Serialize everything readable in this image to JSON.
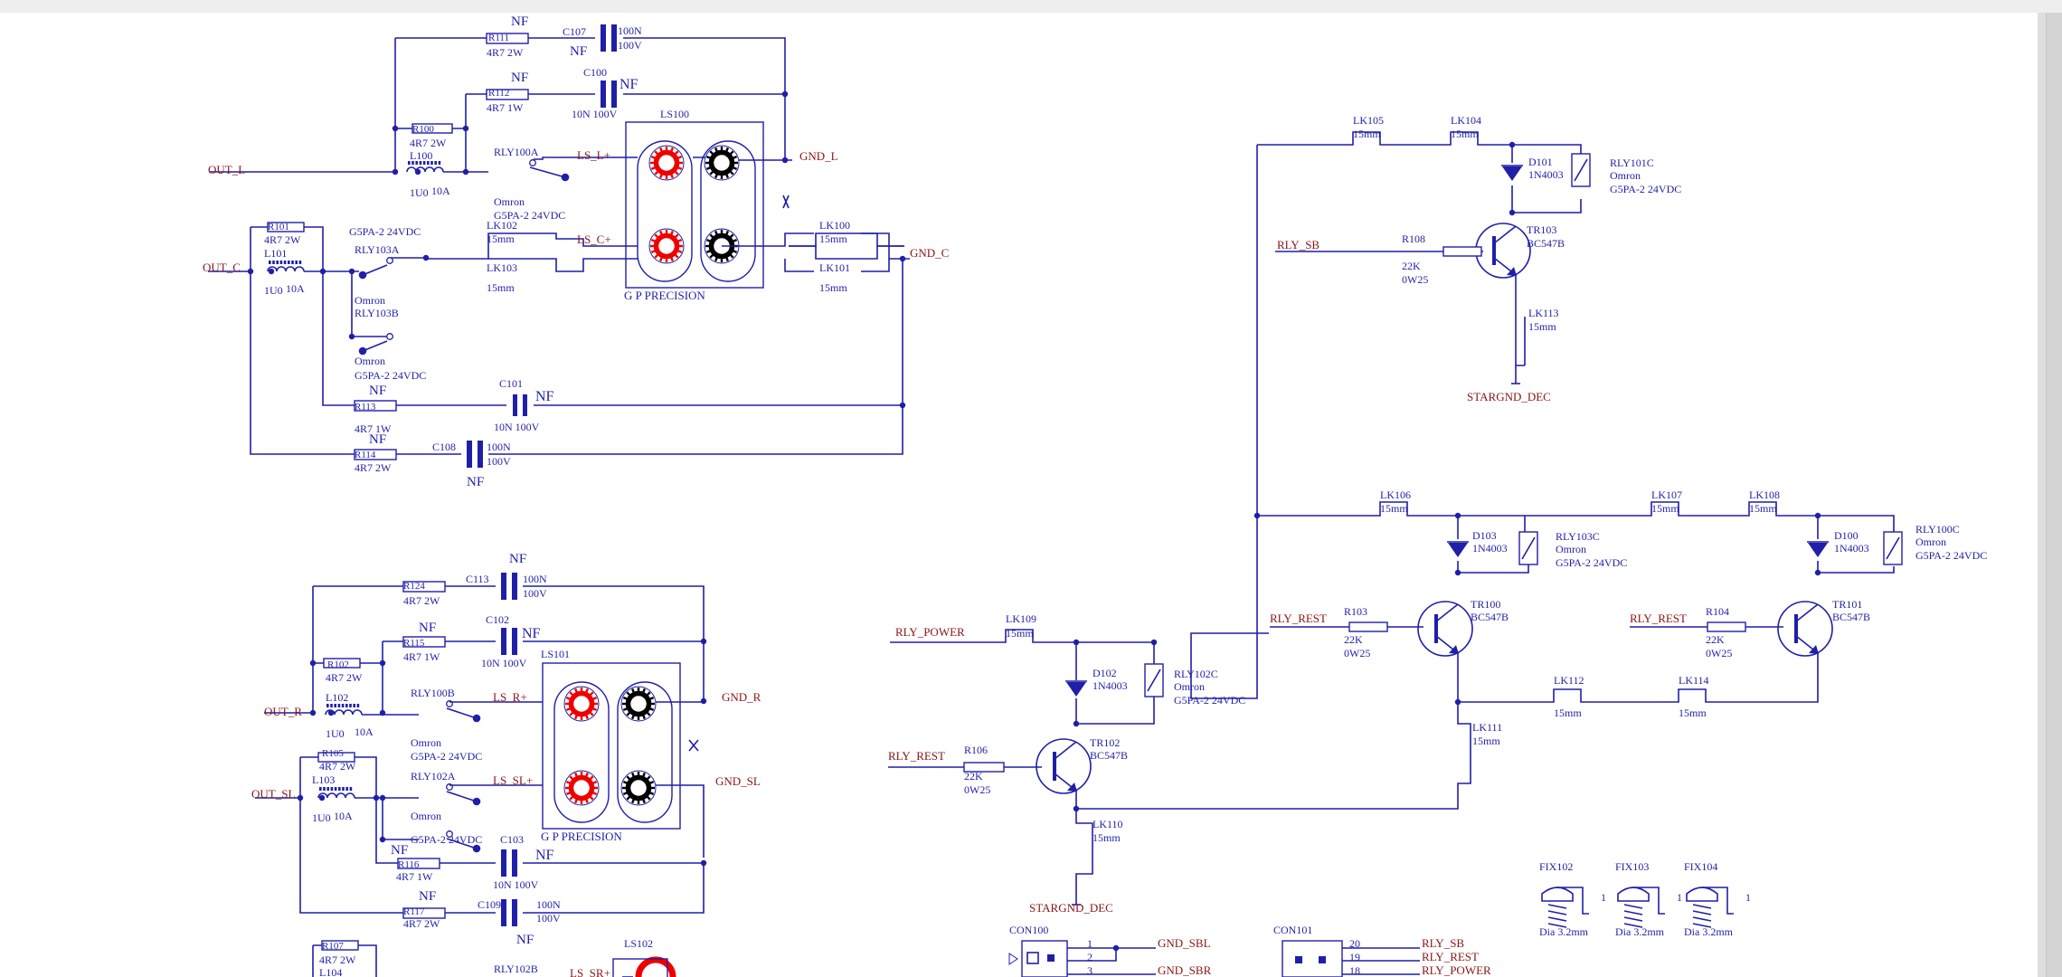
{
  "colors": {
    "wire": "#1f1fa8",
    "text": "#1f1fa8",
    "net": "#8b1414",
    "red": "#ee0000",
    "black": "#000000"
  },
  "labels": [
    [
      "NF",
      565,
      28,
      15,
      "text"
    ],
    [
      "R111",
      540,
      45,
      11,
      "text"
    ],
    [
      "4R7 2W",
      538,
      62,
      12,
      "text"
    ],
    [
      "C107",
      622,
      39,
      12,
      "text"
    ],
    [
      "100N",
      683,
      38,
      12,
      "text"
    ],
    [
      "100V",
      683,
      54,
      12,
      "text"
    ],
    [
      "NF",
      630,
      61,
      15,
      "text"
    ],
    [
      "NF",
      565,
      90,
      15,
      "text"
    ],
    [
      "R112",
      540,
      106,
      11,
      "text"
    ],
    [
      "4R7 1W",
      538,
      123,
      12,
      "text"
    ],
    [
      "C100",
      645,
      84,
      12,
      "text"
    ],
    [
      "NF",
      685,
      98,
      16,
      "text"
    ],
    [
      "10N  100V",
      632,
      130,
      12,
      "text"
    ],
    [
      "LS100",
      730,
      130,
      12,
      "text"
    ],
    [
      "R100",
      456,
      146,
      11,
      "text"
    ],
    [
      "4R7   2W",
      453,
      162,
      12,
      "text"
    ],
    [
      "L100",
      453,
      176,
      12,
      "text"
    ],
    [
      "OUT_L",
      230,
      192,
      13,
      "net"
    ],
    [
      "RLY100A",
      546,
      172,
      12,
      "text"
    ],
    [
      "LS_L+",
      638,
      176,
      13,
      "net"
    ],
    [
      "GND_L",
      884,
      177,
      13,
      "net"
    ],
    [
      "1U0",
      453,
      217,
      12,
      "text"
    ],
    [
      "10A",
      477,
      215,
      12,
      "text"
    ],
    [
      "Omron",
      546,
      227,
      12,
      "text"
    ],
    [
      "G5PA-2 24VDC",
      546,
      242,
      12,
      "text"
    ],
    [
      "R101",
      296,
      254,
      11,
      "text"
    ],
    [
      "4R7   2W",
      292,
      269,
      12,
      "text"
    ],
    [
      "L101",
      292,
      284,
      12,
      "text"
    ],
    [
      "OUT_C",
      224,
      300,
      13,
      "net"
    ],
    [
      "G5PA-2 24VDC",
      386,
      260,
      12,
      "text"
    ],
    [
      "RLY103A",
      392,
      280,
      12,
      "text"
    ],
    [
      "LK102",
      538,
      253,
      12,
      "text"
    ],
    [
      "15mm",
      538,
      268,
      12,
      "text"
    ],
    [
      "LS_C+",
      638,
      269,
      13,
      "net"
    ],
    [
      "LK100",
      906,
      253,
      12,
      "text"
    ],
    [
      "15mm",
      906,
      268,
      12,
      "text"
    ],
    [
      "GND_C",
      1006,
      284,
      13,
      "net"
    ],
    [
      "LK103",
      538,
      300,
      12,
      "text"
    ],
    [
      "LK101",
      906,
      300,
      12,
      "text"
    ],
    [
      "1U0",
      292,
      325,
      12,
      "text"
    ],
    [
      "10A",
      316,
      323,
      12,
      "text"
    ],
    [
      "15mm",
      538,
      322,
      12,
      "text"
    ],
    [
      "15mm",
      906,
      322,
      12,
      "text"
    ],
    [
      "G P PRECISION",
      690,
      331,
      13,
      "text"
    ],
    [
      "Omron",
      392,
      336,
      12,
      "text"
    ],
    [
      "RLY103B",
      392,
      350,
      12,
      "text"
    ],
    [
      "Omron",
      392,
      403,
      12,
      "text"
    ],
    [
      "G5PA-2 24VDC",
      392,
      419,
      12,
      "text"
    ],
    [
      "NF",
      408,
      436,
      15,
      "text"
    ],
    [
      "R113",
      392,
      453,
      11,
      "text"
    ],
    [
      "4R7 1W",
      392,
      478,
      12,
      "text"
    ],
    [
      "C101",
      552,
      428,
      12,
      "text"
    ],
    [
      "NF",
      592,
      443,
      16,
      "text"
    ],
    [
      "10N  100V",
      546,
      476,
      12,
      "text"
    ],
    [
      "NF",
      408,
      490,
      15,
      "text"
    ],
    [
      "R114",
      392,
      506,
      11,
      "text"
    ],
    [
      "4R7 2W",
      392,
      521,
      12,
      "text"
    ],
    [
      "C108",
      478,
      498,
      12,
      "text"
    ],
    [
      "100N",
      538,
      498,
      12,
      "text"
    ],
    [
      "100V",
      538,
      514,
      12,
      "text"
    ],
    [
      "NF",
      516,
      537,
      15,
      "text"
    ],
    [
      "NF",
      563,
      622,
      15,
      "text"
    ],
    [
      "R124",
      446,
      651,
      11,
      "text"
    ],
    [
      "4R7 2W",
      446,
      668,
      12,
      "text"
    ],
    [
      "C113",
      515,
      644,
      12,
      "text"
    ],
    [
      "100N",
      578,
      644,
      12,
      "text"
    ],
    [
      "100V",
      578,
      660,
      12,
      "text"
    ],
    [
      "NF",
      463,
      698,
      15,
      "text"
    ],
    [
      "R115",
      446,
      714,
      11,
      "text"
    ],
    [
      "4R7 1W",
      446,
      730,
      12,
      "text"
    ],
    [
      "C102",
      537,
      689,
      12,
      "text"
    ],
    [
      "NF",
      577,
      705,
      16,
      "text"
    ],
    [
      "10N  100V",
      532,
      737,
      12,
      "text"
    ],
    [
      "LS101",
      598,
      727,
      12,
      "text"
    ],
    [
      "R102",
      362,
      738,
      11,
      "text"
    ],
    [
      "4R7   2W",
      360,
      753,
      12,
      "text"
    ],
    [
      "RLY100B",
      454,
      770,
      12,
      "text"
    ],
    [
      "L102",
      360,
      775,
      12,
      "text"
    ],
    [
      "LS_R+",
      545,
      775,
      13,
      "net"
    ],
    [
      "GND_R",
      798,
      775,
      13,
      "net"
    ],
    [
      "OUT_R",
      292,
      791,
      13,
      "net"
    ],
    [
      "1U0",
      360,
      815,
      12,
      "text"
    ],
    [
      "10A",
      392,
      813,
      12,
      "text"
    ],
    [
      "Omron",
      454,
      825,
      12,
      "text"
    ],
    [
      "G5PA-2 24VDC",
      454,
      840,
      12,
      "text"
    ],
    [
      "R105",
      356,
      836,
      11,
      "text"
    ],
    [
      "4R7   2W",
      353,
      851,
      12,
      "text"
    ],
    [
      "RLY102A",
      454,
      862,
      12,
      "text"
    ],
    [
      "L103",
      345,
      866,
      12,
      "text"
    ],
    [
      "OUT_SL",
      278,
      882,
      13,
      "net"
    ],
    [
      "LS_SL+",
      545,
      867,
      13,
      "net"
    ],
    [
      "GND_SL",
      791,
      868,
      13,
      "net"
    ],
    [
      "1U0",
      345,
      908,
      12,
      "text"
    ],
    [
      "10A",
      369,
      906,
      12,
      "text"
    ],
    [
      "Omron",
      454,
      906,
      12,
      "text"
    ],
    [
      "G P PRECISION",
      598,
      929,
      13,
      "text"
    ],
    [
      "G5PA-2 24VDC",
      454,
      932,
      12,
      "text"
    ],
    [
      "C103",
      553,
      932,
      12,
      "text"
    ],
    [
      "NF",
      432,
      944,
      15,
      "text"
    ],
    [
      "R116",
      440,
      959,
      11,
      "text"
    ],
    [
      "4R7  1W",
      438,
      973,
      12,
      "text"
    ],
    [
      "NF",
      592,
      950,
      16,
      "text"
    ],
    [
      "10N  100V",
      545,
      982,
      12,
      "text"
    ],
    [
      "NF",
      463,
      995,
      15,
      "text"
    ],
    [
      "R117",
      446,
      1011,
      11,
      "text"
    ],
    [
      "4R7 2W",
      446,
      1025,
      12,
      "text"
    ],
    [
      "C109",
      528,
      1004,
      12,
      "text"
    ],
    [
      "100N",
      593,
      1004,
      12,
      "text"
    ],
    [
      "100V",
      593,
      1019,
      12,
      "text"
    ],
    [
      "NF",
      571,
      1043,
      15,
      "text"
    ],
    [
      "R107",
      356,
      1049,
      11,
      "text"
    ],
    [
      "4R7   2W",
      353,
      1065,
      12,
      "text"
    ],
    [
      "L104",
      353,
      1079,
      12,
      "text"
    ],
    [
      "RLY102B",
      546,
      1075,
      12,
      "text"
    ],
    [
      "LS102",
      690,
      1047,
      12,
      "text"
    ],
    [
      "LS_SR+",
      630,
      1080,
      13,
      "net"
    ],
    [
      "LK105",
      1496,
      137,
      12,
      "text"
    ],
    [
      "15mm",
      1496,
      152,
      12,
      "text"
    ],
    [
      "LK104",
      1604,
      137,
      12,
      "text"
    ],
    [
      "15mm",
      1604,
      152,
      12,
      "text"
    ],
    [
      "D101",
      1690,
      183,
      12,
      "text"
    ],
    [
      "1N4003",
      1690,
      197,
      12,
      "text"
    ],
    [
      "RLY101C",
      1780,
      184,
      12,
      "text"
    ],
    [
      "Omron",
      1780,
      198,
      12,
      "text"
    ],
    [
      "G5PA-2 24VDC",
      1780,
      213,
      12,
      "text"
    ],
    [
      "TR103",
      1688,
      258,
      12,
      "text"
    ],
    [
      "BC547B",
      1688,
      273,
      12,
      "text"
    ],
    [
      "R108",
      1550,
      268,
      12,
      "text"
    ],
    [
      "RLY_SB",
      1412,
      275,
      13,
      "net"
    ],
    [
      "22K",
      1550,
      298,
      12,
      "text"
    ],
    [
      "0W25",
      1550,
      313,
      12,
      "text"
    ],
    [
      "LK113",
      1690,
      350,
      12,
      "text"
    ],
    [
      "15mm",
      1690,
      365,
      12,
      "text"
    ],
    [
      "STARGND_DEC",
      1622,
      443,
      13,
      "net"
    ],
    [
      "LK106",
      1526,
      551,
      12,
      "text"
    ],
    [
      "15mm",
      1526,
      566,
      12,
      "text"
    ],
    [
      "LK107",
      1826,
      551,
      12,
      "text"
    ],
    [
      "15mm",
      1826,
      566,
      12,
      "text"
    ],
    [
      "LK108",
      1934,
      551,
      12,
      "text"
    ],
    [
      "15mm",
      1934,
      566,
      12,
      "text"
    ],
    [
      "D103",
      1628,
      596,
      12,
      "text"
    ],
    [
      "1N4003",
      1628,
      610,
      12,
      "text"
    ],
    [
      "RLY103C",
      1720,
      597,
      12,
      "text"
    ],
    [
      "Omron",
      1720,
      611,
      12,
      "text"
    ],
    [
      "G5PA-2 24VDC",
      1720,
      626,
      12,
      "text"
    ],
    [
      "D100",
      2028,
      596,
      12,
      "text"
    ],
    [
      "1N4003",
      2028,
      610,
      12,
      "text"
    ],
    [
      "RLY100C",
      2118,
      589,
      12,
      "text"
    ],
    [
      "Omron",
      2118,
      603,
      12,
      "text"
    ],
    [
      "G5PA-2 24VDC",
      2118,
      618,
      12,
      "text"
    ],
    [
      "TR100",
      1626,
      672,
      12,
      "text"
    ],
    [
      "BC547B",
      1626,
      686,
      12,
      "text"
    ],
    [
      "TR101",
      2026,
      672,
      12,
      "text"
    ],
    [
      "BC547B",
      2026,
      686,
      12,
      "text"
    ],
    [
      "RLY_REST",
      1404,
      688,
      13,
      "net"
    ],
    [
      "R103",
      1486,
      680,
      12,
      "text"
    ],
    [
      "RLY_REST",
      1802,
      688,
      13,
      "net"
    ],
    [
      "R104",
      1886,
      680,
      12,
      "text"
    ],
    [
      "22K",
      1486,
      711,
      12,
      "text"
    ],
    [
      "0W25",
      1486,
      726,
      12,
      "text"
    ],
    [
      "22K",
      1886,
      711,
      12,
      "text"
    ],
    [
      "0W25",
      1886,
      726,
      12,
      "text"
    ],
    [
      "LK109",
      1112,
      688,
      12,
      "text"
    ],
    [
      "15mm",
      1112,
      704,
      12,
      "text"
    ],
    [
      "RLY_POWER",
      990,
      703,
      13,
      "net"
    ],
    [
      "D102",
      1208,
      748,
      12,
      "text"
    ],
    [
      "1N4003",
      1208,
      762,
      12,
      "text"
    ],
    [
      "RLY102C",
      1298,
      749,
      12,
      "text"
    ],
    [
      "Omron",
      1298,
      763,
      12,
      "text"
    ],
    [
      "G5PA-2 24VDC",
      1298,
      778,
      12,
      "text"
    ],
    [
      "LK112",
      1718,
      756,
      12,
      "text"
    ],
    [
      "15mm",
      1718,
      792,
      12,
      "text"
    ],
    [
      "LK114",
      1856,
      756,
      12,
      "text"
    ],
    [
      "15mm",
      1856,
      792,
      12,
      "text"
    ],
    [
      "LK111",
      1628,
      808,
      12,
      "text"
    ],
    [
      "15mm",
      1628,
      823,
      12,
      "text"
    ],
    [
      "TR102",
      1205,
      825,
      12,
      "text"
    ],
    [
      "BC547B",
      1205,
      839,
      12,
      "text"
    ],
    [
      "RLY_REST",
      982,
      840,
      13,
      "net"
    ],
    [
      "R106",
      1066,
      833,
      12,
      "text"
    ],
    [
      "22K",
      1066,
      862,
      12,
      "text"
    ],
    [
      "0W25",
      1066,
      877,
      12,
      "text"
    ],
    [
      "LK110",
      1208,
      915,
      12,
      "text"
    ],
    [
      "15mm",
      1208,
      930,
      12,
      "text"
    ],
    [
      "STARGND_DEC",
      1138,
      1008,
      13,
      "net"
    ],
    [
      "FIX102",
      1702,
      962,
      12,
      "text"
    ],
    [
      "FIX103",
      1786,
      962,
      12,
      "text"
    ],
    [
      "FIX104",
      1862,
      962,
      12,
      "text"
    ],
    [
      "Dia 3.2mm",
      1702,
      1034,
      12,
      "text"
    ],
    [
      "Dia 3.2mm",
      1786,
      1034,
      12,
      "text"
    ],
    [
      "Dia 3.2mm",
      1862,
      1034,
      12,
      "text"
    ],
    [
      "1",
      1770,
      996,
      12,
      "text"
    ],
    [
      "1",
      1854,
      996,
      12,
      "text"
    ],
    [
      "1",
      1930,
      996,
      12,
      "text"
    ],
    [
      "CON100",
      1116,
      1032,
      12,
      "text"
    ],
    [
      "1",
      1202,
      1047,
      12,
      "text"
    ],
    [
      "2",
      1202,
      1062,
      12,
      "text"
    ],
    [
      "3",
      1202,
      1077,
      12,
      "text"
    ],
    [
      "GND_SBL",
      1280,
      1047,
      13,
      "net"
    ],
    [
      "GND_SBR",
      1280,
      1077,
      13,
      "net"
    ],
    [
      "CON101",
      1408,
      1032,
      12,
      "text"
    ],
    [
      "20",
      1492,
      1047,
      12,
      "text"
    ],
    [
      "19",
      1492,
      1062,
      12,
      "text"
    ],
    [
      "18",
      1492,
      1077,
      12,
      "text"
    ],
    [
      "RLY_SB",
      1572,
      1047,
      13,
      "net"
    ],
    [
      "RLY_REST",
      1572,
      1062,
      13,
      "net"
    ],
    [
      "RLY_POWER",
      1572,
      1077,
      13,
      "net"
    ]
  ]
}
